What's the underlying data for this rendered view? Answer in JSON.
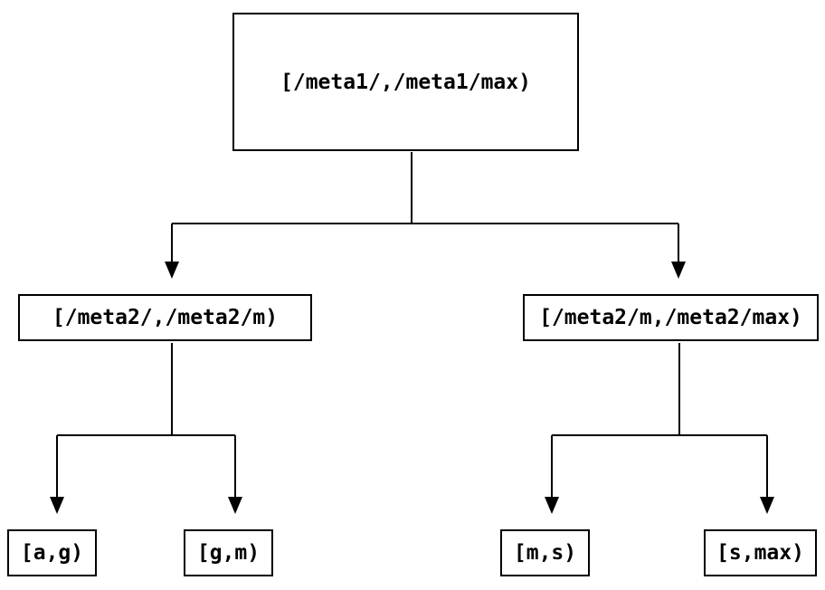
{
  "diagram": {
    "type": "tree",
    "background_color": "#ffffff",
    "line_color": "#000000",
    "text_color": "#000000",
    "node_border_color": "#000000",
    "tree": {
      "label": "[/meta1/,/meta1/max)",
      "children": [
        {
          "label": "[/meta2/,/meta2/m)",
          "children": [
            {
              "label": "[a,g)",
              "children": []
            },
            {
              "label": "[g,m)",
              "children": []
            }
          ]
        },
        {
          "label": "[/meta2/m,/meta2/max)",
          "children": [
            {
              "label": "[m,s)",
              "children": []
            },
            {
              "label": "[s,max)",
              "children": []
            }
          ]
        }
      ]
    }
  }
}
